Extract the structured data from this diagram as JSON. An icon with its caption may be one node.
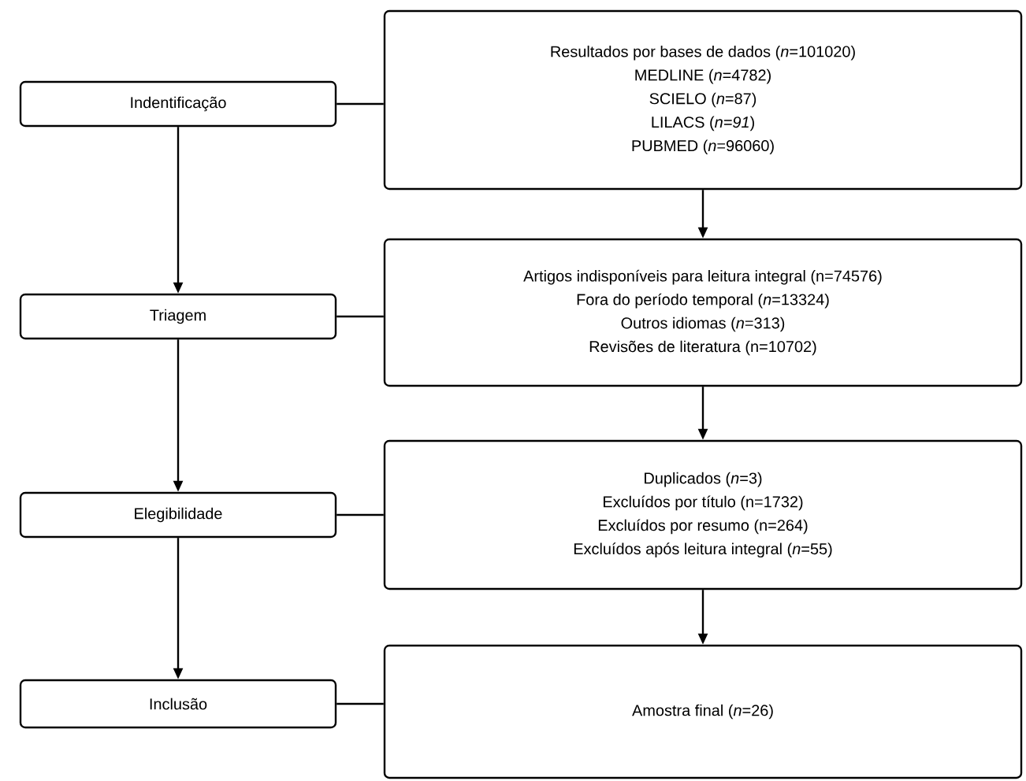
{
  "diagram": {
    "nodes": [
      {
        "text": [
          "Indentificação"
        ]
      },
      {
        "text": [
          "Resultados por bases de dados (*n*=101020)",
          "MEDLINE (*n*=4782)",
          "SCIELO (*n*=87)",
          "LILACS (*n=91*)",
          "PUBMED (*n*=96060)"
        ]
      },
      {
        "text": [
          "Triagem"
        ]
      },
      {
        "text": [
          "Artigos indisponíveis para leitura integral (n=74576)",
          "Fora do período temporal (*n*=13324)",
          "Outros idiomas (*n*=313)",
          "Revisões de literatura (n=10702)"
        ]
      },
      {
        "text": [
          "Elegibilidade"
        ]
      },
      {
        "text": [
          "Duplicados (*n*=3)",
          "Excluídos por título (n=1732)",
          "Excluídos por resumo (n=264)",
          "Excluídos após leitura integral (*n*=55)"
        ]
      },
      {
        "text": [
          "Inclusão"
        ]
      },
      {
        "text": [
          "Amostra final (*n*=26)"
        ]
      }
    ],
    "edges": [
      {
        "from": 0,
        "to": 2,
        "arrow": "to"
      },
      {
        "from": 2,
        "to": 4,
        "arrow": "to"
      },
      {
        "from": 4,
        "to": 6,
        "arrow": "to"
      },
      {
        "from": 0,
        "to": 1,
        "arrow": "none"
      },
      {
        "from": 2,
        "to": 3,
        "arrow": "none"
      },
      {
        "from": 4,
        "to": 5,
        "arrow": "none"
      },
      {
        "from": 6,
        "to": 7,
        "arrow": "none"
      },
      {
        "from": 1,
        "to": 3,
        "arrow": "to"
      },
      {
        "from": 3,
        "to": 5,
        "arrow": "to"
      },
      {
        "from": 5,
        "to": 7,
        "arrow": "to"
      }
    ]
  }
}
